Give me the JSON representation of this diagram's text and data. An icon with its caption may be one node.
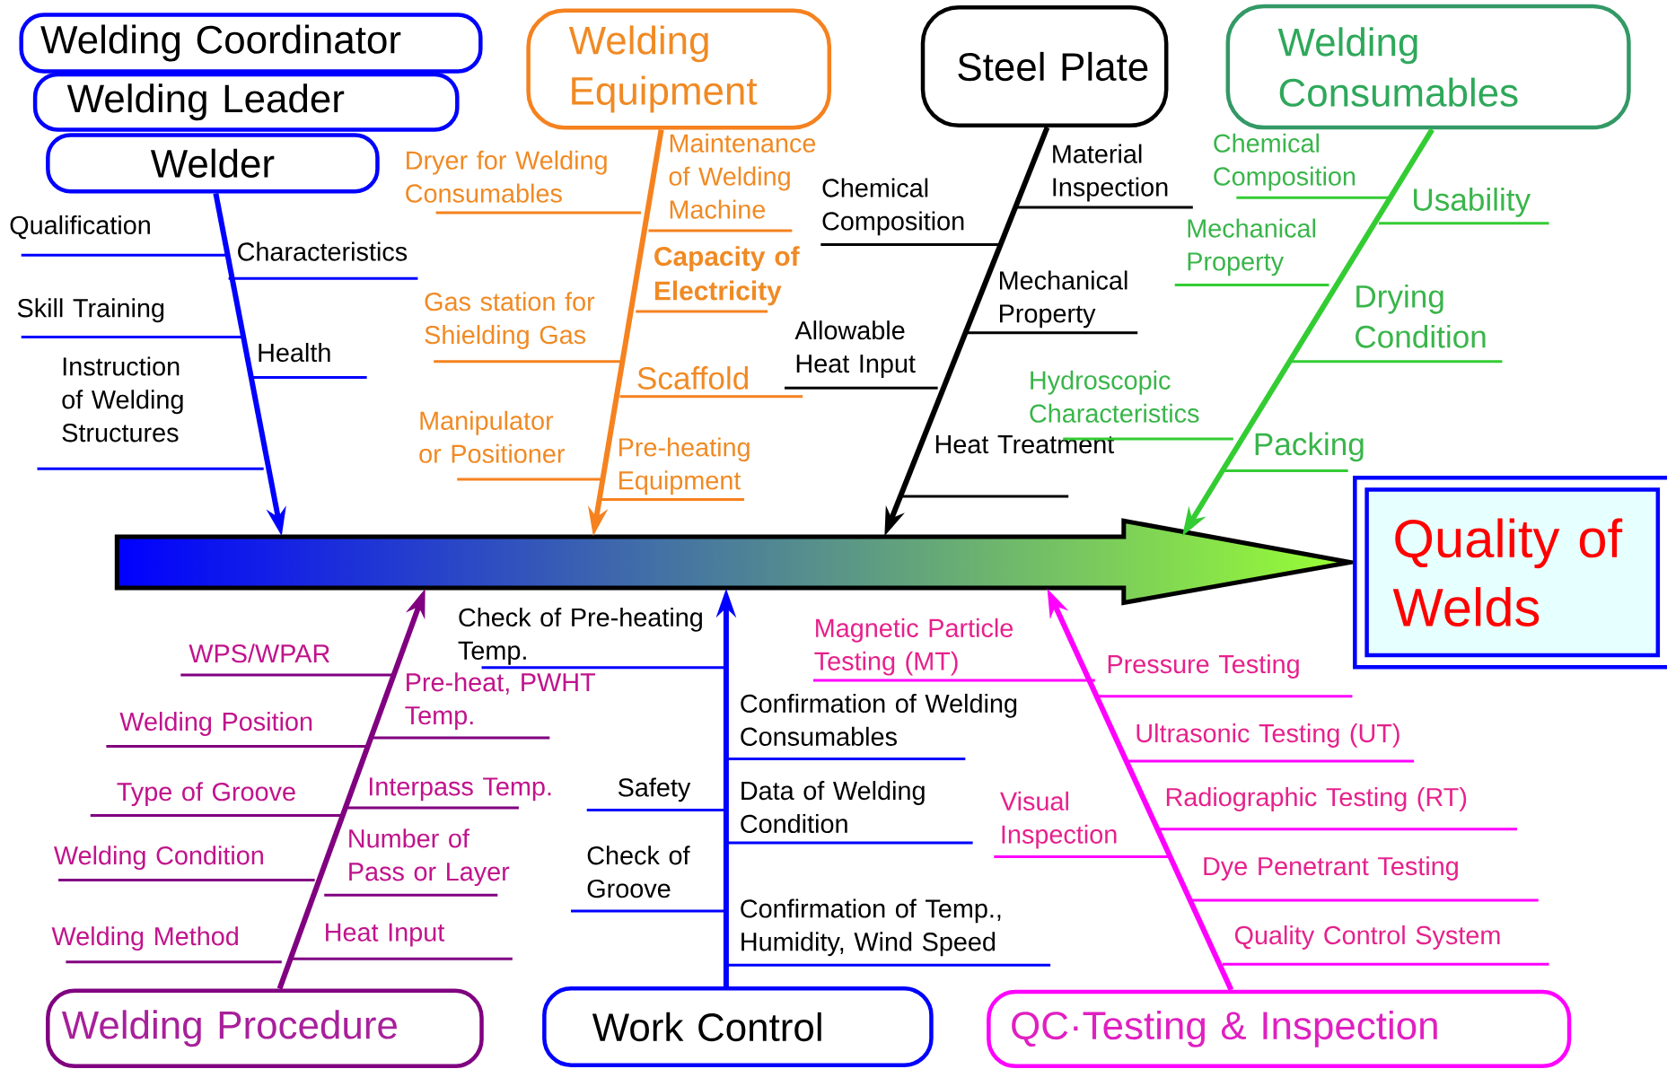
{
  "diagram": {
    "nodes": [
      {
        "text": [
          "Welding Coordinator"
        ]
      },
      {
        "text": [
          "Welding Leader"
        ]
      },
      {
        "text": [
          "Welder"
        ]
      },
      {
        "text": [
          "Welding Equipment"
        ]
      },
      {
        "text": [
          "Steel Plate"
        ]
      },
      {
        "text": [
          "Welding Consumables"
        ]
      },
      {
        "text": [],
        "shape": "arrow"
      },
      {
        "text": [
          "Quality of Welds"
        ]
      },
      {
        "text": [
          "Welding Procedure"
        ]
      },
      {
        "text": [
          "Work Control"
        ]
      },
      {
        "text": [
          "QC·Testing & Inspection"
        ]
      }
    ],
    "edges": [
      {
        "from": 2,
        "to": 6,
        "arrow": "to",
        "color": "#0000ff"
      },
      {
        "from": 3,
        "to": 6,
        "arrow": "to",
        "color": "#f5821f"
      },
      {
        "from": 4,
        "to": 6,
        "arrow": "to",
        "color": "#000000"
      },
      {
        "from": 5,
        "to": 6,
        "arrow": "to",
        "color": "#33cc33"
      },
      {
        "from": 8,
        "to": 6,
        "arrow": "to",
        "color": "#800080"
      },
      {
        "from": 9,
        "to": 6,
        "arrow": "to",
        "color": "#0000ff"
      },
      {
        "from": 10,
        "to": 6,
        "arrow": "to",
        "color": "#ff00ff"
      }
    ],
    "labels": [
      "Qualification",
      "Characteristics",
      "Skill Training",
      "Health",
      "Instruction of Welding Structures",
      "Dryer for Welding Consumables",
      "Maintenance of Welding Machine",
      "Capacity of Electricity",
      "Gas station for Shielding Gas",
      "Scaffold",
      "Manipulator or Positioner",
      "Pre-heating Equipment",
      "Material Inspection",
      "Chemical Composition",
      "Mechanical Property",
      "Allowable Heat Input",
      "Heat Treatment",
      "Chemical Composition",
      "Usability",
      "Mechanical Property",
      "Drying Condition",
      "Hydroscopic Characteristics",
      "Packing",
      "WPS/WPAR",
      "Pre-heat, PWHT Temp.",
      "Welding Position",
      "Interpass Temp.",
      "Type of Groove",
      "Number of Pass or Layer",
      "Welding Condition",
      "Heat Input",
      "Welding Method",
      "Check of Pre-heating Temp.",
      "Confirmation of Welding Consumables",
      "Safety",
      "Data of Welding Condition",
      "Check of Groove",
      "Confirmation of Temp., Humidity, Wind Speed",
      "Magnetic Particle Testing (MT)",
      "Pressure Testing",
      "Ultrasonic Testing (UT)",
      "Visual Inspection",
      "Radiographic Testing (RT)",
      "Dye Penetrant Testing",
      "Quality Control System"
    ]
  }
}
